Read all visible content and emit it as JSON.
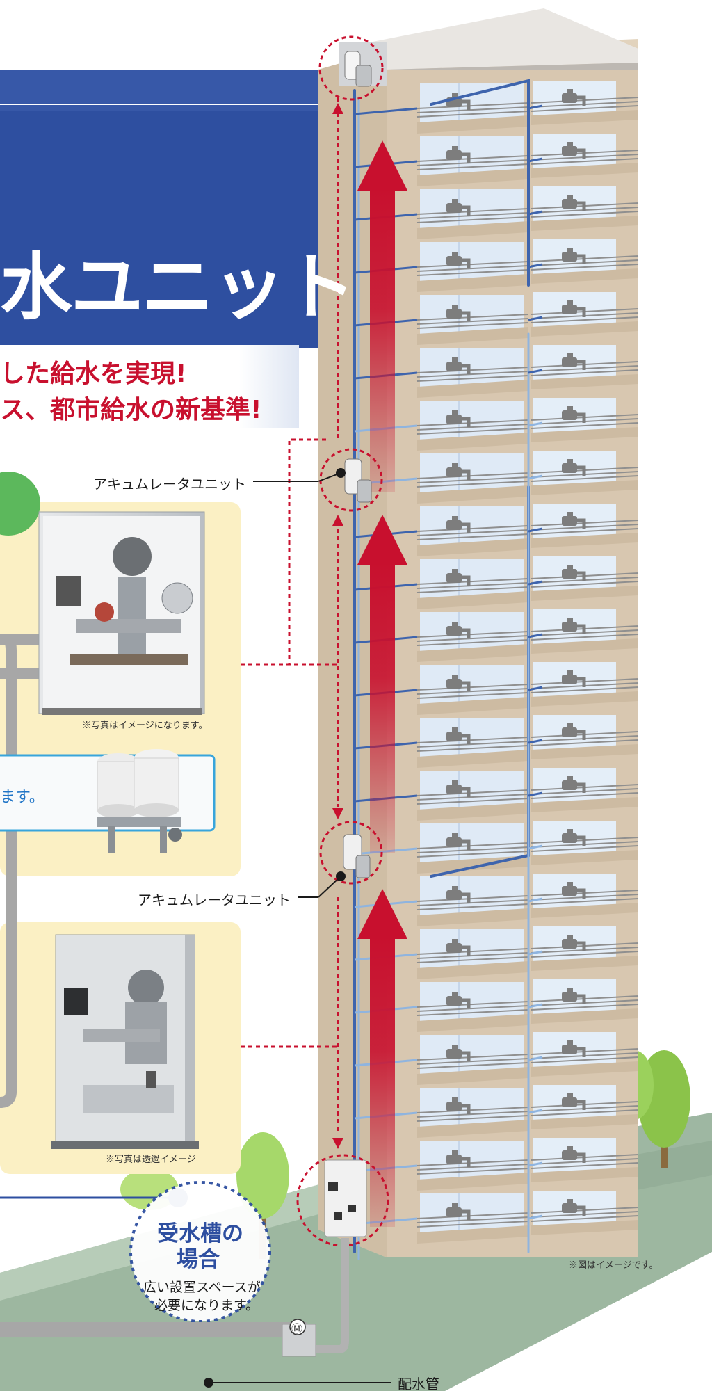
{
  "banner": {
    "title": "水ユニット",
    "line1": "した給水を実現!",
    "line2": "ス、都市給水の新基準!"
  },
  "callouts": {
    "accumulator_upper": "アキュムレータユニット",
    "accumulator_lower": "アキュムレータユニット",
    "distribution_pipe": "配水管"
  },
  "panels": {
    "upper_caption": "※写真はイメージになります。",
    "upper_partial_text": "ます。",
    "lower_caption": "※写真は透過イメージ"
  },
  "tank_circle": {
    "title_line1": "受水槽の",
    "title_line2": "場合",
    "body_line1": "広い設置スペースが",
    "body_line2": "必要になります。"
  },
  "meter_symbol": "Ⓜ",
  "figure_note": "※図はイメージです。",
  "colors": {
    "banner_blue": "#2e4fa0",
    "accent_red": "#c8102e",
    "panel_cream": "#fbf0c4",
    "ground_green": "#9db7a0",
    "tree_green": "#8bc34a",
    "building_tan": "#d8c7b0"
  }
}
